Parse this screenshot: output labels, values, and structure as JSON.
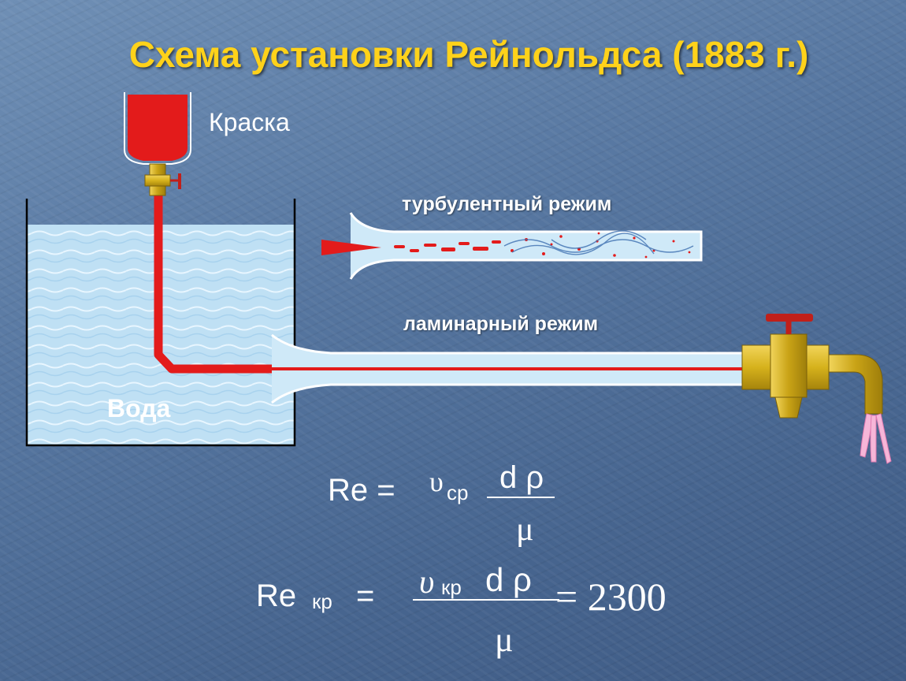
{
  "title": "Схема установки Рейнольдса (1883 г.)",
  "labels": {
    "paint": "Краска",
    "turbulent": "турбулентный режим",
    "laminar": "ламинарный режим",
    "water": "Вода"
  },
  "formula1": {
    "lhs": "Re =",
    "velocity": "υ",
    "velocity_sub": "ср",
    "numerator": "d ρ",
    "denominator": "μ"
  },
  "formula2": {
    "lhs": "Re",
    "lhs_sub": "кр",
    "equals": "=",
    "velocity": "υ",
    "velocity_sub": "кр",
    "numerator": "d ρ",
    "result": "= 2300",
    "denominator": "μ"
  },
  "colors": {
    "title": "#ffd21a",
    "dye": "#e31b1b",
    "water": "#bfe0f4",
    "brass": "#d6b21c"
  },
  "icons": {
    "dye-reservoir": "funnel-icon",
    "tap": "valve-icon",
    "outlet-valve": "faucet-icon"
  }
}
